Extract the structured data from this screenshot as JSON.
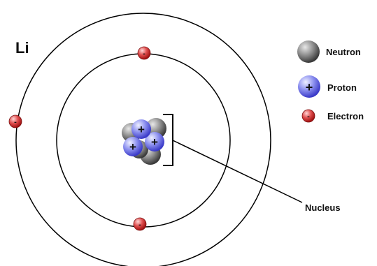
{
  "element_symbol": "Li",
  "legend": {
    "neutron": "Neutron",
    "proton": "Proton",
    "electron": "Electron"
  },
  "nucleus_label": "Nucleus",
  "particle_signs": {
    "proton": "+",
    "electron": "-"
  },
  "counts": {
    "inner_shell_electrons": 2,
    "outer_shell_electrons": 1
  },
  "colors": {
    "neutron": "#7a7a7a",
    "proton": "#5a5ae6",
    "electron": "#d63a3a",
    "shell": "#000000"
  }
}
